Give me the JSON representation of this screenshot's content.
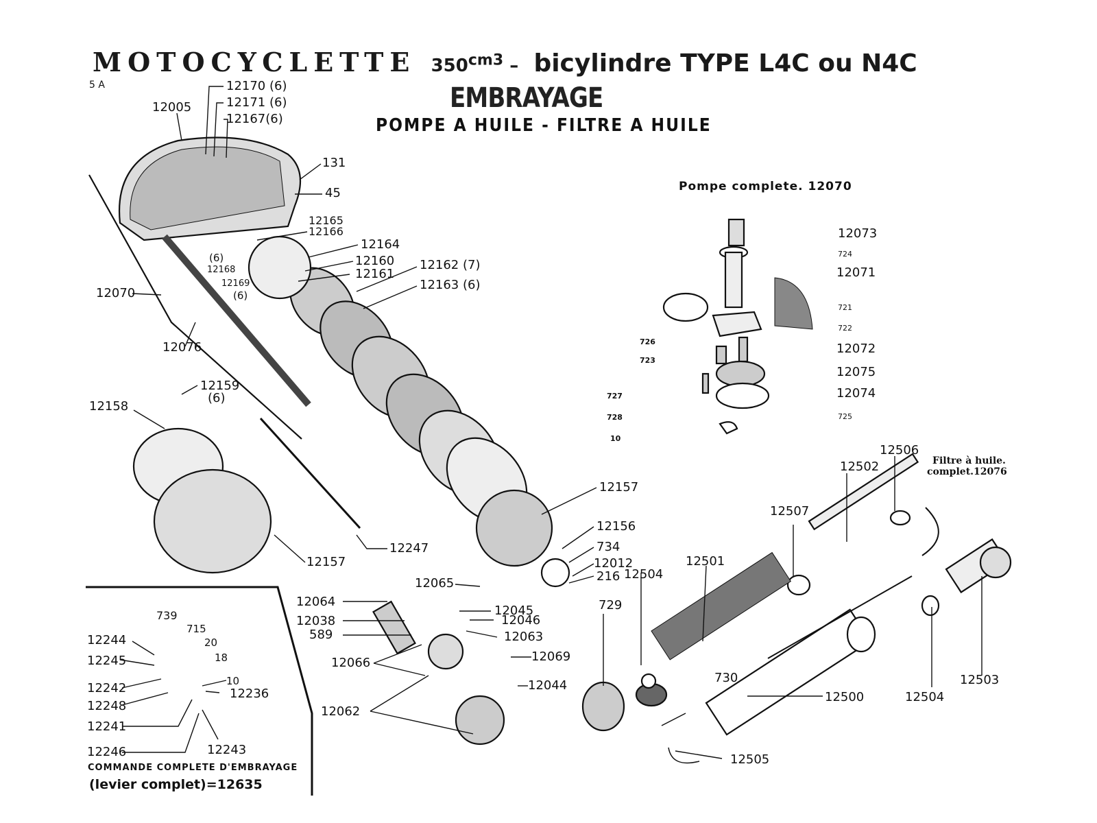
{
  "header": {
    "title_main": "MOTOCYCLETTE",
    "title_cc_number": "350",
    "title_cc_unit": "cm3",
    "title_rest": "bicylindre TYPE L4C  ou  N4C",
    "page_ref": "5 A",
    "section_title": "EMBRAYAGE",
    "section_subtitle": "POMPE A HUILE - FILTRE A HUILE"
  },
  "pump": {
    "caption": "Pompe complete. 12070",
    "labels": [
      "12073",
      "724",
      "12071",
      "721",
      "722",
      "726",
      "723",
      "12072",
      "12075",
      "12074",
      "727",
      "728",
      "725",
      "10"
    ]
  },
  "filter": {
    "caption_line1": "Filtre à huile.",
    "caption_line2": "complet.12076",
    "labels": [
      "12506",
      "12502",
      "12507",
      "12501",
      "12504",
      "729",
      "730",
      "12500",
      "12505",
      "12504",
      "12503"
    ]
  },
  "clutch": {
    "labels": [
      "12170 (6)",
      "12171 (6)",
      "12167(6)",
      "12005",
      "131",
      "45",
      "12165",
      "12166",
      "12164",
      "12160",
      "12161",
      "12162 (7)",
      "12163 (6)",
      "(6)",
      "12168",
      "12169",
      "(6)",
      "12070",
      "12076",
      "12159",
      "(6)",
      "12158",
      "12157",
      "12247",
      "12157",
      "12156",
      "734",
      "12012",
      "216",
      "12065"
    ]
  },
  "gearbox": {
    "labels": [
      "12064",
      "12038",
      "589",
      "12066",
      "12062",
      "12045",
      "12046",
      "12063",
      "12069",
      "12044"
    ]
  },
  "control": {
    "labels": [
      "739",
      "715",
      "20",
      "18",
      "10",
      "12244",
      "12245",
      "12242",
      "12248",
      "12241",
      "12246",
      "12236",
      "12243"
    ],
    "caption_line1": "COMMANDE COMPLETE D'EMBRAYAGE",
    "caption_line2": "(levier complet)=12635"
  }
}
